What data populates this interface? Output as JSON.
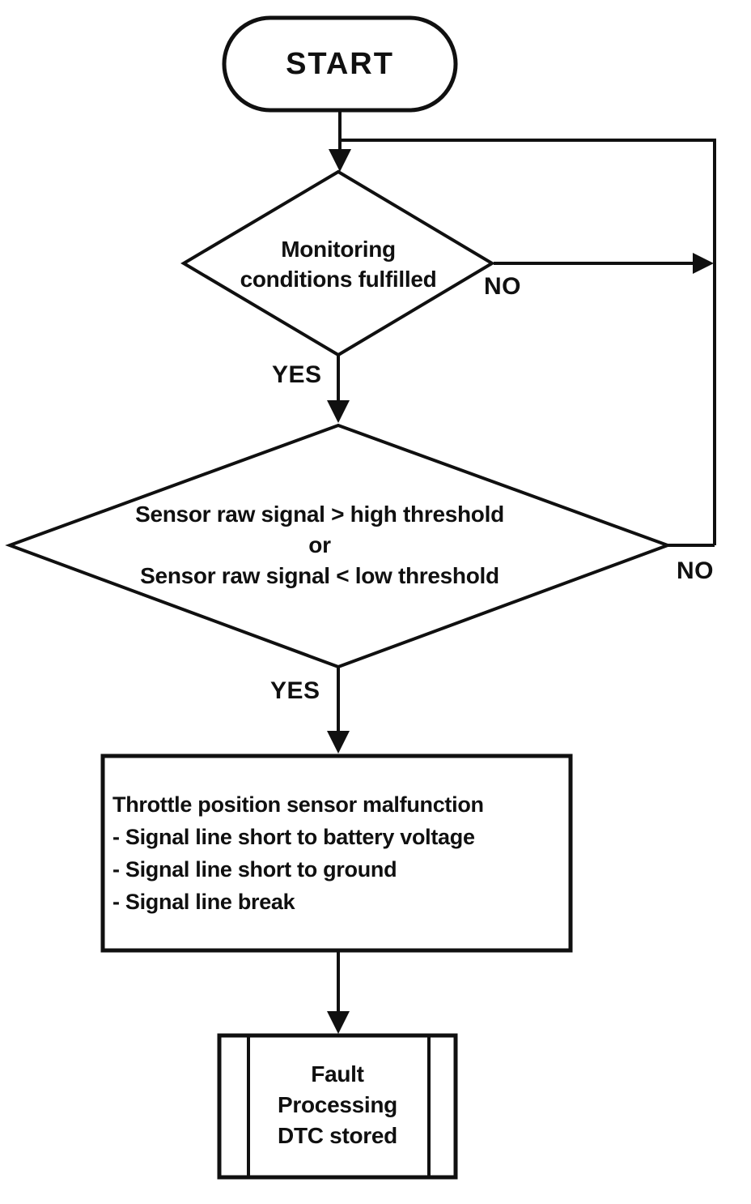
{
  "flowchart": {
    "colors": {
      "ink": "#101010",
      "background": "#ffffff"
    },
    "start": {
      "label": "START"
    },
    "decision_monitoring": {
      "line1": "Monitoring",
      "line2": "conditions fulfilled",
      "no_label": "NO",
      "yes_label": "YES"
    },
    "decision_thresholds": {
      "line1": "Sensor raw signal > high threshold",
      "line2": "or",
      "line3": "Sensor raw signal < low threshold",
      "no_label": "NO",
      "yes_label": "YES"
    },
    "malfunction_box": {
      "line1": "Throttle position sensor malfunction",
      "line2": "- Signal line short to battery voltage",
      "line3": "- Signal line short to ground",
      "line4": "- Signal line break"
    },
    "fault_box": {
      "line1": "Fault",
      "line2": "Processing",
      "line3": "DTC stored"
    }
  }
}
